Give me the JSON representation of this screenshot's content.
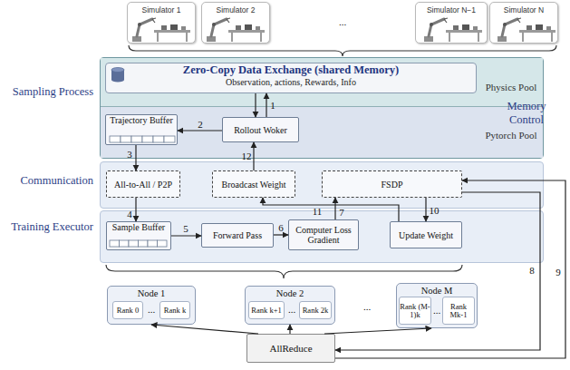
{
  "diagram": {
    "nodes": [
      {
        "text": [
          "Simulator 1"
        ]
      },
      {
        "text": [
          "Simulator 2"
        ]
      },
      {
        "text": [
          "Simulator N−1"
        ]
      },
      {
        "text": [
          "Simulator N"
        ]
      },
      {
        "text": [
          "Sampling Process",
          "Memory Control"
        ]
      },
      {
        "text": [
          "Physics Pool"
        ],
        "in": 4
      },
      {
        "text": [
          "Zero-Copy Data Exchange (shared Memory)",
          "Observation, actions, Rewards, Info"
        ],
        "in": 5
      },
      {
        "text": [
          "Pytorch Pool"
        ],
        "in": 4
      },
      {
        "text": [
          "Trajectory Buffer"
        ],
        "in": 7
      },
      {
        "text": [
          "Rollout Woker"
        ],
        "in": 7
      },
      {
        "text": [
          "Communication"
        ]
      },
      {
        "text": [
          "All-to-All / P2P"
        ],
        "in": 10
      },
      {
        "text": [
          "Broadcast Weight"
        ],
        "in": 10
      },
      {
        "text": [
          "FSDP"
        ],
        "in": 10
      },
      {
        "text": [
          "Training Executor"
        ]
      },
      {
        "text": [
          "Sample Buffer"
        ],
        "in": 14
      },
      {
        "text": [
          "Forward Pass"
        ],
        "in": 14
      },
      {
        "text": [
          "Computer Loss Gradient"
        ],
        "in": 14
      },
      {
        "text": [
          "Update Weight"
        ],
        "in": 14
      },
      {
        "text": [
          "Node 1"
        ]
      },
      {
        "text": [
          "Rank 0"
        ],
        "in": 19
      },
      {
        "text": [
          "Rank k"
        ],
        "in": 19
      },
      {
        "text": [
          "Node 2"
        ]
      },
      {
        "text": [
          "Rank k+1"
        ],
        "in": 22
      },
      {
        "text": [
          "Rank 2k"
        ],
        "in": 22
      },
      {
        "text": [
          "Node M"
        ]
      },
      {
        "text": [
          "Rank (M-1)k"
        ],
        "in": 25
      },
      {
        "text": [
          "Rank Mk-1"
        ],
        "in": 25
      },
      {
        "text": [
          "AllReduce"
        ]
      }
    ],
    "edges": [
      {
        "from": 9,
        "to": 6,
        "arrow": "to",
        "label": "1"
      },
      {
        "from": 6,
        "to": 9,
        "arrow": "to"
      },
      {
        "from": 9,
        "to": 8,
        "arrow": "to",
        "label": "2"
      },
      {
        "from": 8,
        "to": 11,
        "arrow": "to",
        "label": "3"
      },
      {
        "from": 11,
        "to": 15,
        "arrow": "to",
        "label": "4"
      },
      {
        "from": 15,
        "to": 16,
        "arrow": "to",
        "label": "5"
      },
      {
        "from": 16,
        "to": 17,
        "arrow": "to",
        "label": "6"
      },
      {
        "from": 17,
        "to": 13,
        "arrow": "to",
        "label": "7"
      },
      {
        "from": 13,
        "to": 28,
        "arrow": "to",
        "label": "8"
      },
      {
        "from": 28,
        "to": 13,
        "arrow": "to",
        "label": "9"
      },
      {
        "from": 13,
        "to": 18,
        "arrow": "to",
        "label": "10"
      },
      {
        "from": 18,
        "to": 12,
        "arrow": "to",
        "label": "11"
      },
      {
        "from": 12,
        "to": 9,
        "arrow": "to",
        "label": "12"
      },
      {
        "from": 28,
        "to": 19,
        "arrow": "to"
      },
      {
        "from": 28,
        "to": 22,
        "arrow": "to"
      },
      {
        "from": 28,
        "to": 25,
        "arrow": "to"
      }
    ],
    "labels": [
      "...",
      "...",
      "...",
      "...",
      "..."
    ]
  }
}
